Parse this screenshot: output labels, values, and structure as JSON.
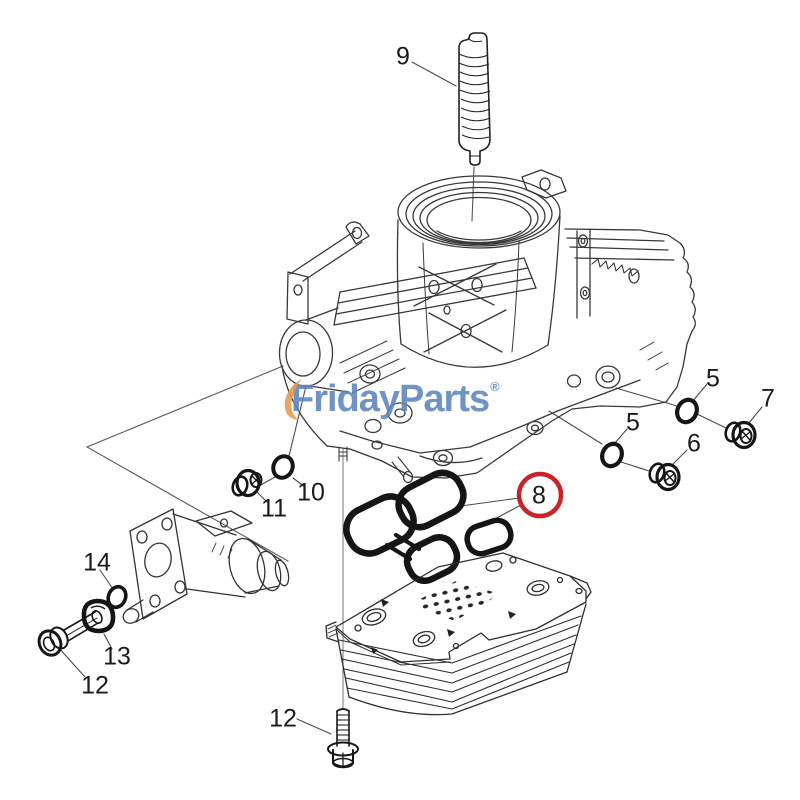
{
  "diagram": {
    "kind": "exploded-parts-diagram",
    "subject": "engine oil cooler and housing assembly",
    "background": "#ffffff"
  },
  "watermark": {
    "word1": "Friday",
    "word2": "Parts",
    "registered_mark": "®",
    "text_color": "#4875b5",
    "swoosh_color": "#e59a4e",
    "swoosh_icon": "orange-swoosh-icon"
  },
  "highlight": {
    "label": "8",
    "ring_color": "#cb2229"
  },
  "callouts": {
    "c9": "9",
    "c5a": "5",
    "c7": "7",
    "c5b": "5",
    "c6": "6",
    "c8": "8",
    "c10": "10",
    "c11": "11",
    "c14": "14",
    "c13": "13",
    "c12a": "12",
    "c12b": "12"
  },
  "parts": [
    {
      "label": "9",
      "icon": "threaded-stud-icon"
    },
    {
      "label": "5",
      "icon": "o-ring-icon"
    },
    {
      "label": "6",
      "icon": "screw-plug-icon"
    },
    {
      "label": "7",
      "icon": "screw-plug-icon"
    },
    {
      "label": "8",
      "icon": "gasket-set-icon",
      "highlighted": true
    },
    {
      "label": "10",
      "icon": "o-ring-icon"
    },
    {
      "label": "11",
      "icon": "screw-plug-icon"
    },
    {
      "label": "12",
      "icon": "hex-flange-bolt-icon"
    },
    {
      "label": "13",
      "icon": "cover-cap-icon"
    },
    {
      "label": "14",
      "icon": "o-ring-icon"
    }
  ]
}
